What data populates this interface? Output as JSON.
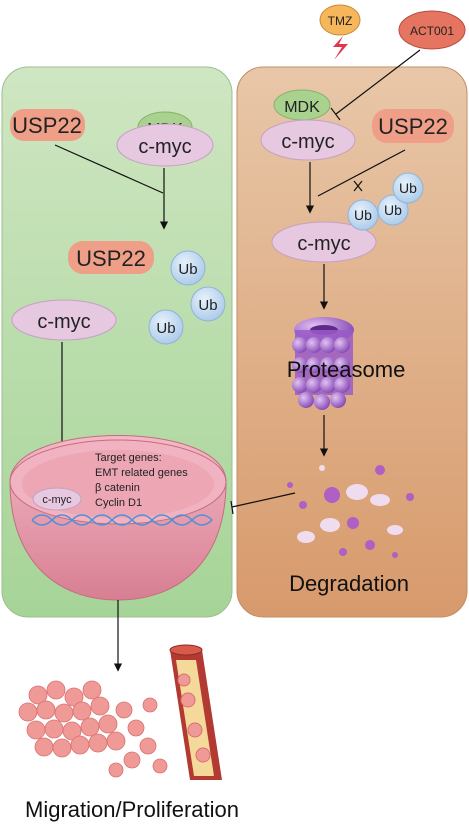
{
  "drugs": {
    "tmz": "TMZ",
    "act001": "ACT001"
  },
  "left_panel": {
    "mdk": "MDK",
    "cmyc_top": "c-myc",
    "usp22_top": "USP22",
    "usp22_mid": "USP22",
    "cmyc_mid": "c-myc",
    "ub_1": "Ub",
    "ub_2": "Ub",
    "ub_3": "Ub"
  },
  "nucleus": {
    "cmyc": "c-myc",
    "target_title": "Target genes:",
    "target_genes": [
      "EMT related genes",
      "β catenin",
      "Cyclin D1"
    ]
  },
  "right_panel": {
    "mdk": "MDK",
    "cmyc_top": "c-myc",
    "usp22": "USP22",
    "cmyc_mid": "c-myc",
    "ub_1": "Ub",
    "ub_2": "Ub",
    "ub_3": "Ub",
    "proteasome": "Proteasome",
    "degradation": "Degradation"
  },
  "outcome": "Migration/Proliferation",
  "colors": {
    "left_panel": "#b9ddb0",
    "right_panel": "#dcab84",
    "cmyc": "#e6c8e0",
    "usp22": "#ef9f88",
    "mdk": "#a9d28e",
    "ub": "#bcd7ef",
    "tmz": "#f6b65c",
    "act001": "#e57560",
    "nucleus": "#eda9b8",
    "proteasome": "#b67ad6"
  }
}
